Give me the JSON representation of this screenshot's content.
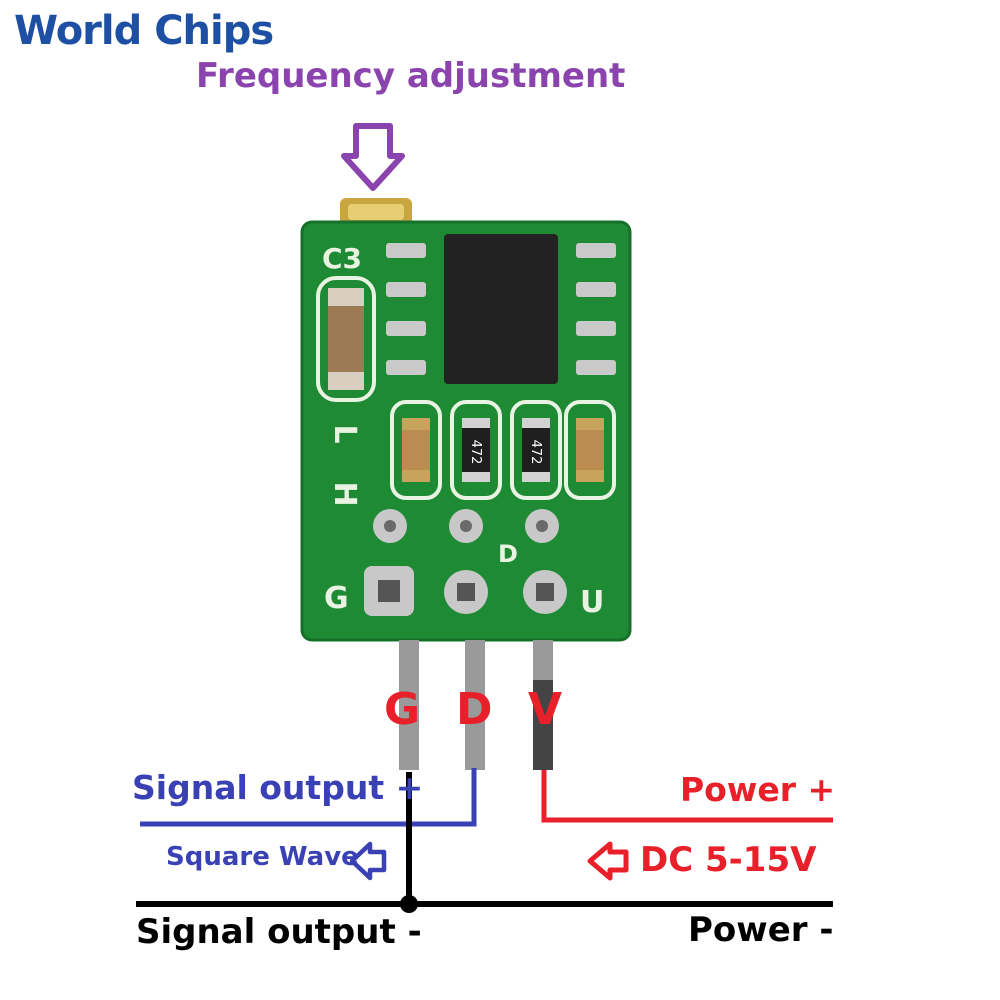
{
  "brand": {
    "logo_world": "World",
    "logo_chips": "Chips"
  },
  "labels": {
    "frequency_adjustment": "Frequency adjustment",
    "signal_output_plus": "Signal output +",
    "square_wave": "Square Wave",
    "power_plus": "Power +",
    "dc_range": "DC 5-15V",
    "signal_output_minus": "Signal output -",
    "power_minus": "Power -"
  },
  "pins": {
    "g": "G",
    "d": "D",
    "v": "V"
  },
  "board": {
    "silk_c3": "C3",
    "silk_l": "L",
    "silk_h": "H",
    "silk_g": "G",
    "silk_u": "U",
    "silk_d": "D",
    "resistor_1": "472",
    "resistor_2": "472"
  },
  "colors": {
    "pcb": "#1f8a34",
    "signal": "#3a41b4",
    "power": "#e8202a",
    "ground": "#000000",
    "arrow_purple": "#8b44ad"
  }
}
